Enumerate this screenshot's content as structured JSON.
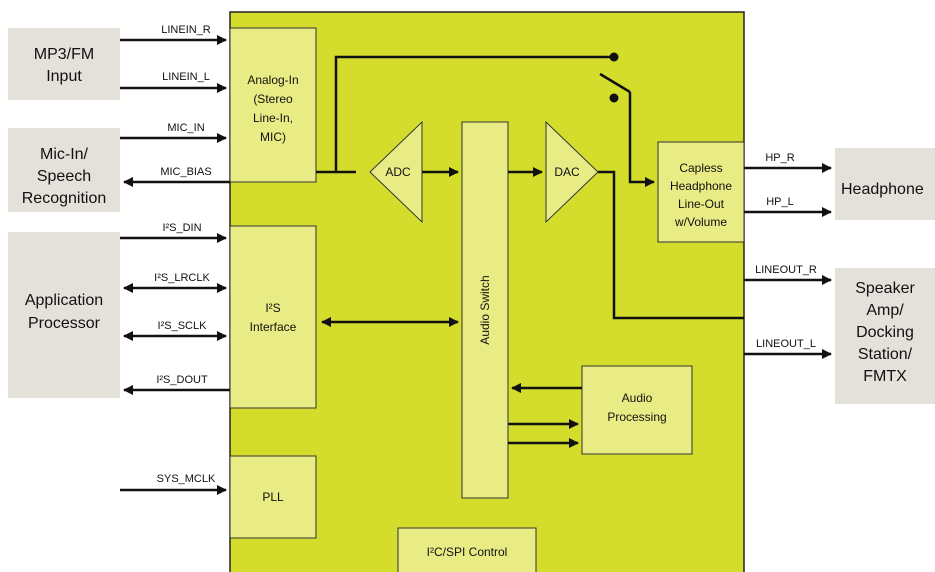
{
  "external": {
    "mp3_fm": [
      "MP3/FM",
      "Input"
    ],
    "mic": [
      "Mic-In/",
      "Speech",
      "Recognition"
    ],
    "app_proc": [
      "Application",
      "Processor"
    ],
    "headphone": [
      "Headphone"
    ],
    "speaker": [
      "Speaker",
      "Amp/",
      "Docking",
      "Station/",
      "FMTX"
    ]
  },
  "blocks": {
    "analog_in": [
      "Analog-In",
      "(Stereo",
      "Line-In,",
      "MIC)"
    ],
    "i2s_interface": [
      "I²S",
      "Interface"
    ],
    "pll": "PLL",
    "adc": "ADC",
    "dac": "DAC",
    "audio_switch": "Audio Switch",
    "capless_hp": [
      "Capless",
      "Headphone",
      "Line-Out",
      "w/Volume"
    ],
    "audio_processing": [
      "Audio",
      "Processing"
    ],
    "control": "I²C/SPI Control"
  },
  "signals": {
    "linein_r": "LINEIN_R",
    "linein_l": "LINEIN_L",
    "mic_in": "MIC_IN",
    "mic_bias": "MIC_BIAS",
    "i2s_din": "I²S_DIN",
    "i2s_lrclk": "I²S_LRCLK",
    "i2s_sclk": "I²S_SCLK",
    "i2s_dout": "I²S_DOUT",
    "sys_mclk": "SYS_MCLK",
    "hp_r": "HP_R",
    "hp_l": "HP_L",
    "lineout_r": "LINEOUT_R",
    "lineout_l": "LINEOUT_L"
  }
}
